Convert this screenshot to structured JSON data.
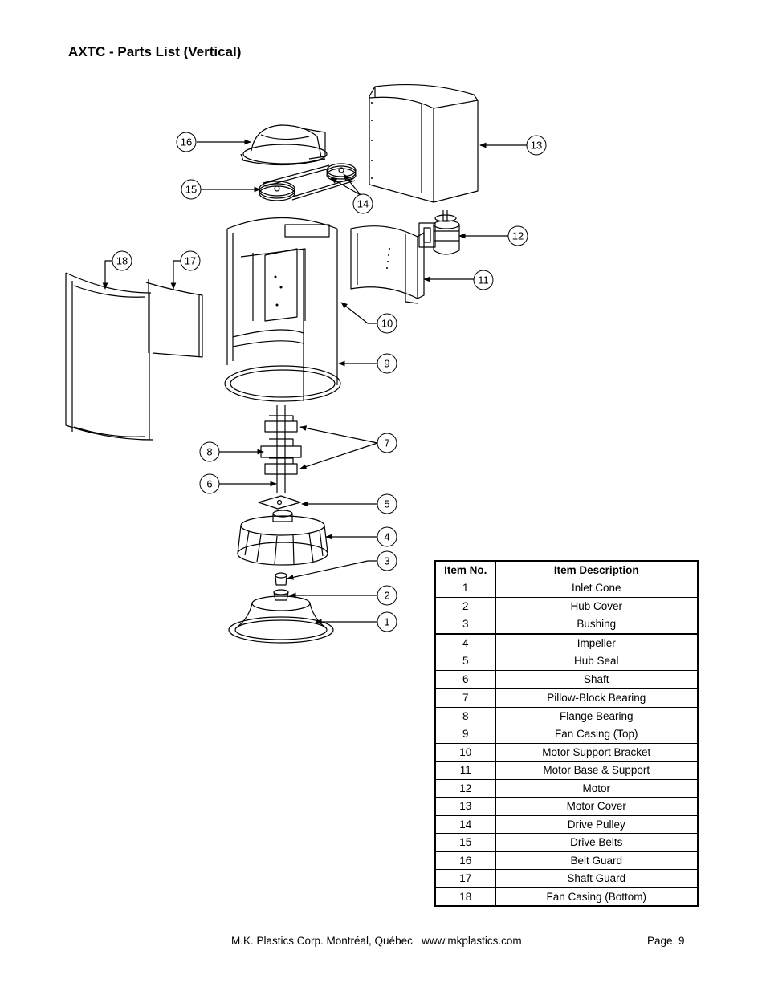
{
  "page": {
    "title": "AXTC - Parts List (Vertical)",
    "footer_company": "M.K. Plastics Corp. Montréal, Québec   www.mkplastics.com",
    "footer_page": "Page. 9"
  },
  "callouts": [
    "1",
    "2",
    "3",
    "4",
    "5",
    "6",
    "7",
    "8",
    "9",
    "10",
    "11",
    "12",
    "13",
    "14",
    "15",
    "16",
    "17",
    "18"
  ],
  "table": {
    "headers": {
      "item_no": "Item No.",
      "description": "Item Description"
    },
    "rows": [
      {
        "no": "1",
        "desc": "Inlet Cone"
      },
      {
        "no": "2",
        "desc": "Hub Cover"
      },
      {
        "no": "3",
        "desc": "Bushing"
      },
      {
        "no": "4",
        "desc": "Impeller"
      },
      {
        "no": "5",
        "desc": "Hub Seal"
      },
      {
        "no": "6",
        "desc": "Shaft"
      },
      {
        "no": "7",
        "desc": "Pillow-Block Bearing"
      },
      {
        "no": "8",
        "desc": "Flange Bearing"
      },
      {
        "no": "9",
        "desc": "Fan Casing (Top)"
      },
      {
        "no": "10",
        "desc": "Motor Support Bracket"
      },
      {
        "no": "11",
        "desc": "Motor Base & Support"
      },
      {
        "no": "12",
        "desc": "Motor"
      },
      {
        "no": "13",
        "desc": "Motor Cover"
      },
      {
        "no": "14",
        "desc": "Drive Pulley"
      },
      {
        "no": "15",
        "desc": "Drive Belts"
      },
      {
        "no": "16",
        "desc": "Belt Guard"
      },
      {
        "no": "17",
        "desc": "Shaft Guard"
      },
      {
        "no": "18",
        "desc": "Fan Casing (Bottom)"
      }
    ]
  }
}
